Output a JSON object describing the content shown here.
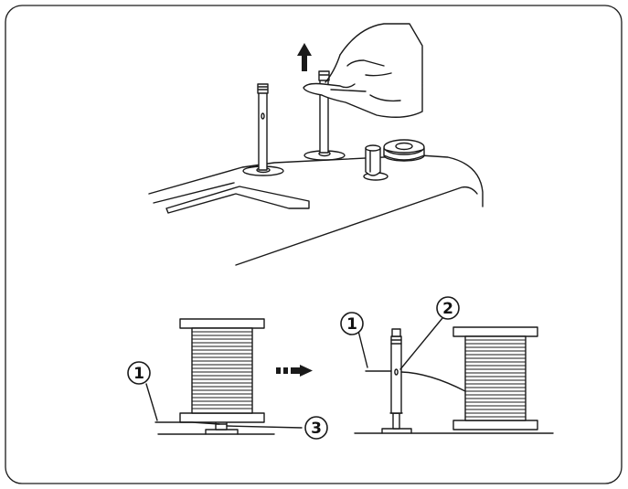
{
  "callouts": {
    "left_thread": "1",
    "left_spindle": "3",
    "right_thread": "1",
    "right_hole": "2"
  },
  "colors": {
    "stroke": "#1a1a1a",
    "background": "#ffffff"
  },
  "icons": [
    "up-arrow-icon",
    "dashed-right-arrow-icon",
    "hand-icon"
  ]
}
